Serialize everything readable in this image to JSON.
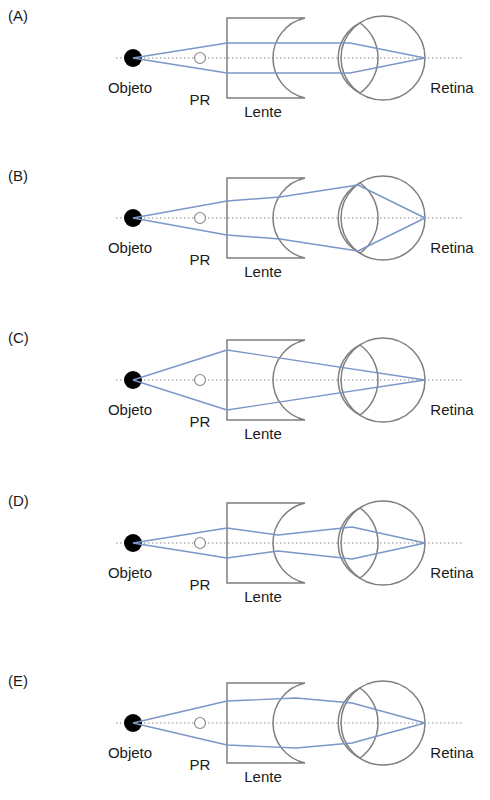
{
  "diagram": {
    "labels": [
      "(A)",
      "Objeto",
      "PR",
      "Lente",
      "Retina",
      "(B)",
      "Objeto",
      "PR",
      "Lente",
      "Retina",
      "(C)",
      "Objeto",
      "PR",
      "Lente",
      "Retina",
      "(D)",
      "Objeto",
      "PR",
      "Lente",
      "Retina",
      "(E)",
      "Objeto",
      "PR",
      "Lente",
      "Retina"
    ]
  }
}
